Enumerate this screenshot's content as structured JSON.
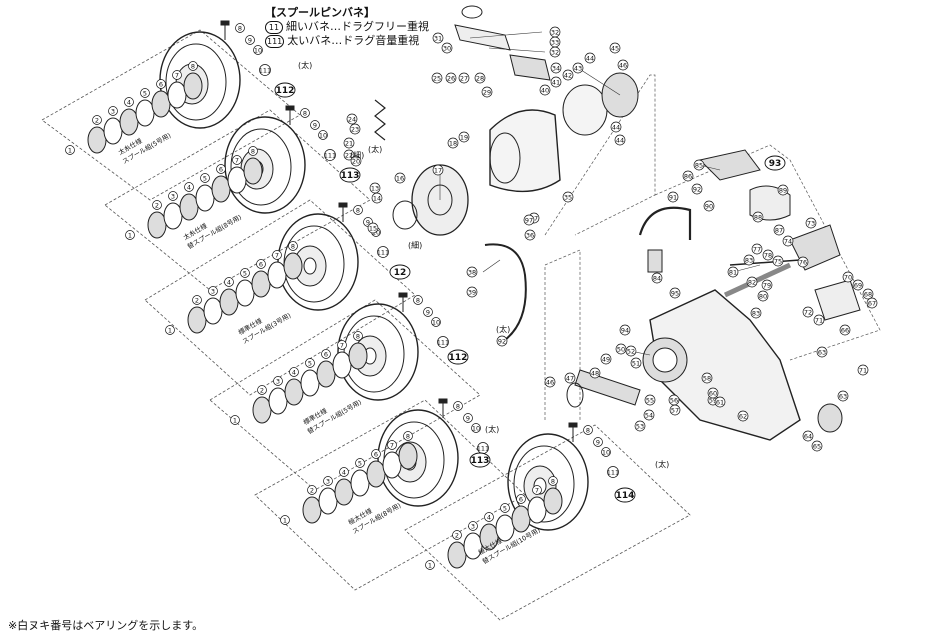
{
  "legend": {
    "title": "【スプールピンバネ】",
    "items": [
      {
        "num": "11",
        "text": "細いバネ…ドラグフリー重視"
      },
      {
        "num": "111",
        "text": "太いバネ…ドラグ音量重視"
      }
    ]
  },
  "footnote": "※白ヌキ番号はベアリングを示します。",
  "kits": [
    {
      "line1": "太糸仕様",
      "line2": "スプール組(5号用)"
    },
    {
      "line1": "太糸仕様",
      "line2": "替スプール組(8号用)"
    },
    {
      "line1": "標準仕様",
      "line2": "スプール組(3号用)"
    },
    {
      "line1": "標準仕様",
      "line2": "替スプール組(5号用)"
    },
    {
      "line1": "極太仕様",
      "line2": "スプール組(8号用)"
    },
    {
      "line1": "極太仕様",
      "line2": "替スプール組(10号用)"
    }
  ],
  "thick_label": "(太)",
  "thin_label": "(細)",
  "callouts": {
    "sub_assembly": [
      "112",
      "113",
      "12",
      "112",
      "113",
      "114",
      "93"
    ],
    "spool_pin_thick": "111",
    "spool_pin_thin": "11"
  }
}
